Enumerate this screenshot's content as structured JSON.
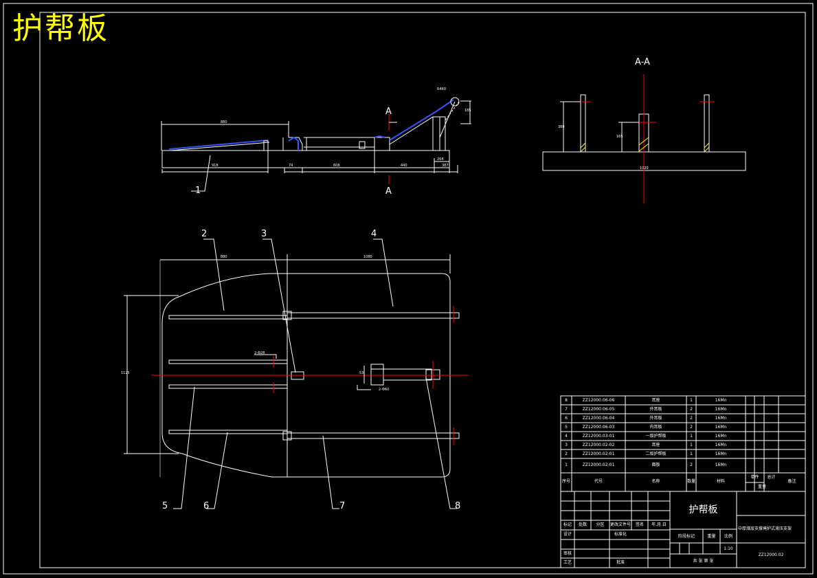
{
  "title": "护帮板",
  "section_label": "A-A",
  "section_marks": [
    "A",
    "A"
  ],
  "balloons": [
    "1",
    "2",
    "3",
    "4",
    "5",
    "6",
    "7",
    "8"
  ],
  "dims": {
    "side_top": "880",
    "side_b1": "918",
    "side_b2": "74",
    "side_b3": "608",
    "side_b4": "440",
    "side_b5": "204",
    "side_b6": "387",
    "side_r": "R460",
    "side_h": "185",
    "section_w": "1020",
    "section_h1": "380",
    "section_h2": "165",
    "plan_w1": "880",
    "plan_w2": "1080",
    "plan_h": "1125",
    "plan_a": "2-Φ28",
    "plan_b": "2-Φ60",
    "plan_c": "53"
  },
  "parts_list": {
    "rows": [
      {
        "no": "8",
        "code": "ZZ12000.06-06",
        "name": "耳座",
        "qty": "1",
        "material": "16Mn"
      },
      {
        "no": "7",
        "code": "ZZ12000.06-05",
        "name": "外耳板",
        "qty": "2",
        "material": "16Mn"
      },
      {
        "no": "6",
        "code": "ZZ12000.06-04",
        "name": "外耳板",
        "qty": "2",
        "material": "16Mn"
      },
      {
        "no": "5",
        "code": "ZZ12000.06-03",
        "name": "内耳板",
        "qty": "2",
        "material": "16Mn"
      },
      {
        "no": "4",
        "code": "ZZ12000.03-01",
        "name": "一级护帮板",
        "qty": "1",
        "material": "16Mn"
      },
      {
        "no": "3",
        "code": "ZZ12000.02-02",
        "name": "耳座",
        "qty": "1",
        "material": "16Mn"
      },
      {
        "no": "2",
        "code": "ZZ12000.02-01",
        "name": "二级护帮板",
        "qty": "1",
        "material": "16Mn"
      },
      {
        "no": "1",
        "code": "ZZ12000.02-01",
        "name": "面板",
        "qty": "2",
        "material": "16Mn"
      }
    ],
    "headers": {
      "no": "序号",
      "code": "代号",
      "name": "名称",
      "qty": "数量",
      "material": "材料",
      "unit": "单件",
      "total": "总计",
      "weight": "重量",
      "remark": "备注"
    }
  },
  "title_block": {
    "name": "护帮板",
    "company": "中厚煤层支撑掩护式液压支架",
    "drawing_no": "ZZ12000.02",
    "scale": "1:10",
    "row_mark": "标记",
    "row_count": "处数",
    "row_zone": "分区",
    "row_change": "更改文件号",
    "row_sign": "签名",
    "row_date": "年.月.日",
    "design": "设计",
    "standard": "标准化",
    "review": "审核",
    "process": "工艺",
    "approve": "批准",
    "stage": "阶段标记",
    "weight": "重量",
    "ratio": "比例",
    "sheets": "共 张  第 张"
  }
}
